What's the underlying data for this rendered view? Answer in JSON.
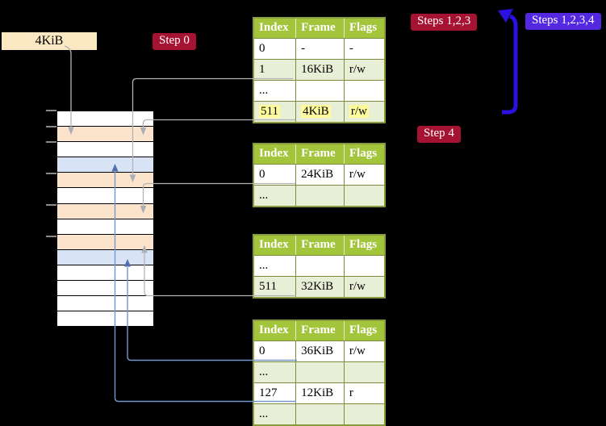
{
  "frame_label": "4KiB",
  "badges": {
    "step0": "Step 0",
    "steps123": "Steps 1,2,3",
    "steps1234": "Steps 1,2,3,4",
    "step4": "Step 4"
  },
  "tables": {
    "headers": [
      "Index",
      "Frame",
      "Flags"
    ],
    "level1": {
      "rows": [
        [
          "0",
          "-",
          "-"
        ],
        [
          "1",
          "16KiB",
          "r/w"
        ],
        [
          "...",
          "",
          ""
        ],
        [
          "511",
          "4KiB",
          "r/w"
        ]
      ],
      "highlighted_row_index": "511"
    },
    "level2": {
      "rows": [
        [
          "0",
          "24KiB",
          "r/w"
        ],
        [
          "...",
          "",
          ""
        ]
      ]
    },
    "level3": {
      "rows": [
        [
          "...",
          "",
          ""
        ],
        [
          "511",
          "32KiB",
          "r/w"
        ]
      ]
    },
    "level4": {
      "rows": [
        [
          "0",
          "36KiB",
          "r/w"
        ],
        [
          "...",
          "",
          ""
        ],
        [
          "127",
          "12KiB",
          "r"
        ],
        [
          "...",
          "",
          ""
        ]
      ]
    }
  },
  "memory": {
    "rows": [
      "empty",
      "frame",
      "empty",
      "page",
      "frame",
      "empty",
      "frame",
      "empty",
      "frame",
      "page",
      "empty",
      "empty",
      "empty",
      "empty"
    ]
  },
  "colors": {
    "badge_red": "#a51232",
    "badge_blue": "#5328e0",
    "big_arrow_blue": "#2a11e2",
    "table_header_green": "#a2c53c",
    "table_row_light_green": "#e9efd6",
    "table_border_olive": "#7d8c3c",
    "memory_frame_peach": "#fce3cc",
    "memory_page_blue": "#d8e4f6",
    "frame_label_wheat": "#fae8c3",
    "highlight_yellow": "#fffb9d",
    "connector_gray": "#b3b3b3",
    "connector_blue": "#7396cc"
  }
}
